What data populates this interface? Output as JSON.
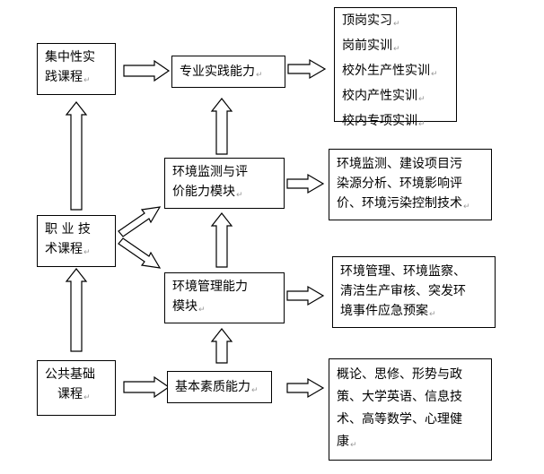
{
  "paragraph_mark": "↵",
  "left_column": {
    "top": [
      "集中性实",
      "践课程"
    ],
    "middle": [
      "职 业 技",
      "术课程"
    ],
    "bottom": [
      "公共基础",
      "课程"
    ]
  },
  "middle_column": {
    "practice": [
      "专业实践能力"
    ],
    "monitoring": [
      "环境监测与评",
      "价能力模块"
    ],
    "management": [
      "环境管理能力",
      "模块"
    ],
    "basic": [
      "基本素质能力"
    ]
  },
  "right_column": {
    "practice": [
      "顶岗实习",
      "岗前实训",
      "校外生产性实训",
      "校内产性实训",
      "校内专项实训"
    ],
    "monitoring": [
      "环境监测、建设项目污",
      "染源分析、环境影响评",
      "价、环境污染控制技术"
    ],
    "management": [
      "环境管理、环境监察、",
      "清洁生产审核、突发环",
      "境事件应急预案"
    ],
    "basic": [
      "概论、思修、形势与政",
      "策、大学英语、信息技",
      "术、高等数学、心理健",
      "康"
    ]
  }
}
